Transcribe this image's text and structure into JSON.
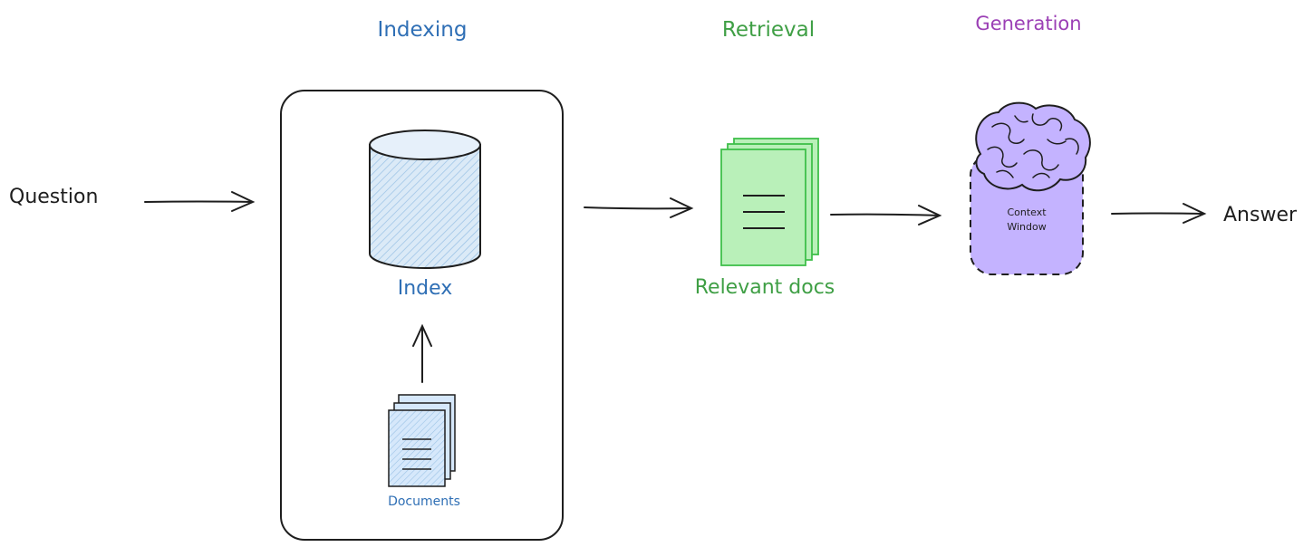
{
  "stages": {
    "indexing": "Indexing",
    "retrieval": "Retrieval",
    "generation": "Generation"
  },
  "labels": {
    "question": "Question",
    "index": "Index",
    "documents": "Documents",
    "relevant_docs": "Relevant docs",
    "context_window_line1": "Context",
    "context_window_line2": "Window",
    "answer": "Answer"
  },
  "colors": {
    "indexing": "#2f6fb5",
    "retrieval": "#3f9f45",
    "generation": "#9b3fb5",
    "docs_fill": "#b9f0b9",
    "docs_stroke": "#3fbf4a",
    "context_fill": "#c4b3ff",
    "db_fill": "#dbeaf7",
    "stroke": "#1e1e1e"
  },
  "icons": [
    "database-icon",
    "document-stack-icon",
    "brain-icon"
  ]
}
